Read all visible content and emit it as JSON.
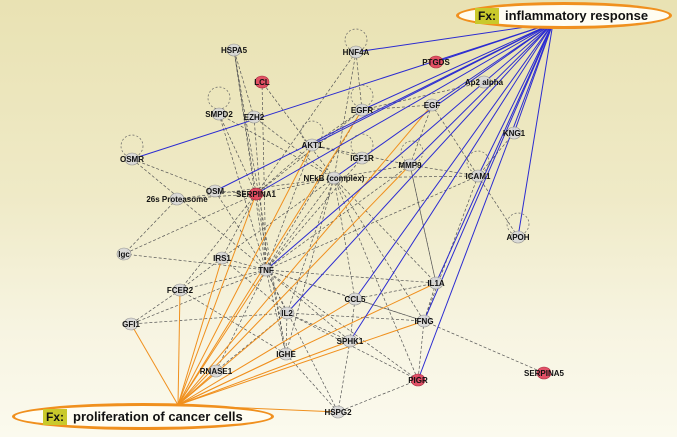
{
  "functions": {
    "top": {
      "tag": "Fx:",
      "label": "inflammatory response"
    },
    "bottom": {
      "tag": "Fx:",
      "label": "proliferation of cancer cells"
    }
  },
  "colors": {
    "fx_outline": "#f0901e",
    "fx_tag_bg": "#c9c92c",
    "inflammatory_edge": "#2b2bd1",
    "proliferation_edge": "#f0901e",
    "interaction_edge": "#555555",
    "highlight_node": "#e0405a"
  },
  "nodes": [
    {
      "id": "HSPA5",
      "label": "HSPA5",
      "highlight": false
    },
    {
      "id": "HNF4A",
      "label": "HNF4A",
      "highlight": false
    },
    {
      "id": "PTGDS",
      "label": "PTGDS",
      "highlight": true
    },
    {
      "id": "LCL",
      "label": "LCL",
      "highlight": true
    },
    {
      "id": "Ap2",
      "label": "Ap2 alpha",
      "highlight": false
    },
    {
      "id": "SMPD2",
      "label": "SMPD2",
      "highlight": false
    },
    {
      "id": "EGF",
      "label": "EGF",
      "highlight": false
    },
    {
      "id": "EGFR",
      "label": "EGFR",
      "highlight": false
    },
    {
      "id": "EZH2",
      "label": "EZH2",
      "highlight": false
    },
    {
      "id": "KNG1",
      "label": "KNG1",
      "highlight": false
    },
    {
      "id": "AKT1",
      "label": "AKT1",
      "highlight": false
    },
    {
      "id": "IGF1R",
      "label": "IGF1R",
      "highlight": false
    },
    {
      "id": "MMP9",
      "label": "MMP9",
      "highlight": false
    },
    {
      "id": "OSMR",
      "label": "OSMR",
      "highlight": false
    },
    {
      "id": "NFkB",
      "label": "NFkB (complex)",
      "highlight": false
    },
    {
      "id": "ICAM1",
      "label": "ICAM1",
      "highlight": false
    },
    {
      "id": "OSM",
      "label": "OSM",
      "highlight": false
    },
    {
      "id": "SERPINA1",
      "label": "SERPINA1",
      "highlight": true
    },
    {
      "id": "P26S",
      "label": "26s Proteasome",
      "highlight": false
    },
    {
      "id": "APOH",
      "label": "APOH",
      "highlight": false
    },
    {
      "id": "Igc",
      "label": "Igc",
      "highlight": false
    },
    {
      "id": "IRS1",
      "label": "IRS1",
      "highlight": false
    },
    {
      "id": "TNF",
      "label": "TNF",
      "highlight": false
    },
    {
      "id": "FCER2",
      "label": "FCER2",
      "highlight": false
    },
    {
      "id": "IL1A",
      "label": "IL1A",
      "highlight": false
    },
    {
      "id": "CCL5",
      "label": "CCL5",
      "highlight": false
    },
    {
      "id": "GFI1",
      "label": "GFI1",
      "highlight": false
    },
    {
      "id": "IL2",
      "label": "IL2",
      "highlight": false
    },
    {
      "id": "IFNG",
      "label": "IFNG",
      "highlight": false
    },
    {
      "id": "SPHK1",
      "label": "SPHK1",
      "highlight": false
    },
    {
      "id": "IGHE",
      "label": "IGHE",
      "highlight": false
    },
    {
      "id": "RNASE1",
      "label": "RNASE1",
      "highlight": false
    },
    {
      "id": "PIGR",
      "label": "PIGR",
      "highlight": true
    },
    {
      "id": "SERPINA5",
      "label": "SERPINA5",
      "highlight": true
    },
    {
      "id": "HSPG2",
      "label": "HSPG2",
      "highlight": false
    }
  ],
  "edges": {
    "inflammatory": [
      "HNF4A",
      "PTGDS",
      "EGF",
      "EGFR",
      "KNG1",
      "ICAM1",
      "OSM",
      "SERPINA1",
      "AKT1",
      "MMP9",
      "APOH",
      "IL1A",
      "IFNG",
      "PIGR",
      "CCL5",
      "SPHK1",
      "TNF",
      "IL2",
      "NFkB",
      "OSMR"
    ],
    "proliferation": [
      "TNF",
      "IL2",
      "IGHE",
      "IRS1",
      "FCER2",
      "GFI1",
      "RNASE1",
      "EGFR",
      "SERPINA1",
      "MMP9",
      "IL1A",
      "IFNG",
      "SPHK1",
      "CCL5",
      "HSPG2",
      "AKT1",
      "EGF"
    ],
    "interactions": [
      [
        "TNF",
        "HSPA5"
      ],
      [
        "TNF",
        "LCL"
      ],
      [
        "TNF",
        "EZH2"
      ],
      [
        "TNF",
        "SMPD2"
      ],
      [
        "TNF",
        "OSMR"
      ],
      [
        "TNF",
        "OSM"
      ],
      [
        "TNF",
        "IRS1"
      ],
      [
        "TNF",
        "Igc"
      ],
      [
        "TNF",
        "FCER2"
      ],
      [
        "TNF",
        "GFI1"
      ],
      [
        "TNF",
        "IL2"
      ],
      [
        "TNF",
        "IGHE"
      ],
      [
        "TNF",
        "RNASE1"
      ],
      [
        "TNF",
        "CCL5"
      ],
      [
        "TNF",
        "IL1A"
      ],
      [
        "TNF",
        "IFNG"
      ],
      [
        "TNF",
        "SPHK1"
      ],
      [
        "TNF",
        "MMP9"
      ],
      [
        "TNF",
        "ICAM1"
      ],
      [
        "TNF",
        "NFkB"
      ],
      [
        "TNF",
        "AKT1"
      ],
      [
        "TNF",
        "EGFR"
      ],
      [
        "TNF",
        "IGF1R"
      ],
      [
        "TNF",
        "PIGR"
      ],
      [
        "TNF",
        "HSPG2"
      ],
      [
        "NFkB",
        "HNF4A"
      ],
      [
        "NFkB",
        "ICAM1"
      ],
      [
        "NFkB",
        "MMP9"
      ],
      [
        "NFkB",
        "CCL5"
      ],
      [
        "NFkB",
        "IL1A"
      ],
      [
        "NFkB",
        "SERPINA1"
      ],
      [
        "NFkB",
        "P26S"
      ],
      [
        "NFkB",
        "IL2"
      ],
      [
        "NFkB",
        "IFNG"
      ],
      [
        "NFkB",
        "PIGR"
      ],
      [
        "NFkB",
        "IGHE"
      ],
      [
        "NFkB",
        "LCL"
      ],
      [
        "NFkB",
        "EZH2"
      ],
      [
        "AKT1",
        "EGFR"
      ],
      [
        "AKT1",
        "IGF1R"
      ],
      [
        "AKT1",
        "MMP9"
      ],
      [
        "AKT1",
        "SERPINA1"
      ],
      [
        "EGFR",
        "EGF"
      ],
      [
        "EGFR",
        "HNF4A"
      ],
      [
        "EGFR",
        "SERPINA1"
      ],
      [
        "MMP9",
        "ICAM1"
      ],
      [
        "MMP9",
        "IL1A"
      ],
      [
        "MMP9",
        "EGF"
      ],
      [
        "ICAM1",
        "APOH"
      ],
      [
        "ICAM1",
        "IFNG"
      ],
      [
        "IL1A",
        "IFNG"
      ],
      [
        "IL1A",
        "CCL5"
      ],
      [
        "IFNG",
        "PIGR"
      ],
      [
        "IFNG",
        "SERPINA5"
      ],
      [
        "IFNG",
        "CCL5"
      ],
      [
        "IFNG",
        "IL2"
      ],
      [
        "SERPINA1",
        "HSPA5"
      ],
      [
        "SERPINA1",
        "OSM"
      ],
      [
        "SERPINA1",
        "P26S"
      ],
      [
        "SERPINA1",
        "IRS1"
      ],
      [
        "SERPINA1",
        "FCER2"
      ],
      [
        "SERPINA1",
        "Igc"
      ],
      [
        "SERPINA1",
        "SMPD2"
      ],
      [
        "SERPINA1",
        "IGHE"
      ],
      [
        "IRS1",
        "FCER2"
      ],
      [
        "IRS1",
        "IL2"
      ],
      [
        "FCER2",
        "IGHE"
      ],
      [
        "FCER2",
        "GFI1"
      ],
      [
        "IL2",
        "IGHE"
      ],
      [
        "IL2",
        "SPHK1"
      ],
      [
        "IL2",
        "GFI1"
      ],
      [
        "IL2",
        "RNASE1"
      ],
      [
        "CCL5",
        "SPHK1"
      ],
      [
        "SPHK1",
        "HSPG2"
      ],
      [
        "IGHE",
        "HSPG2"
      ],
      [
        "PIGR",
        "HSPG2"
      ],
      [
        "EZH2",
        "HSPA5"
      ],
      [
        "HNF4A",
        "SERPINA1"
      ],
      [
        "OSM",
        "OSMR"
      ],
      [
        "SMPD2",
        "NFkB"
      ],
      [
        "KNG1",
        "ICAM1"
      ],
      [
        "EGF",
        "ICAM1"
      ],
      [
        "Ap2",
        "EGFR"
      ],
      [
        "IGF1R",
        "IRS1"
      ],
      [
        "HSPA5",
        "IGHE"
      ],
      [
        "IL1A",
        "MMP9"
      ],
      [
        "P26S",
        "Igc"
      ],
      [
        "PIGR",
        "IL2"
      ]
    ]
  }
}
